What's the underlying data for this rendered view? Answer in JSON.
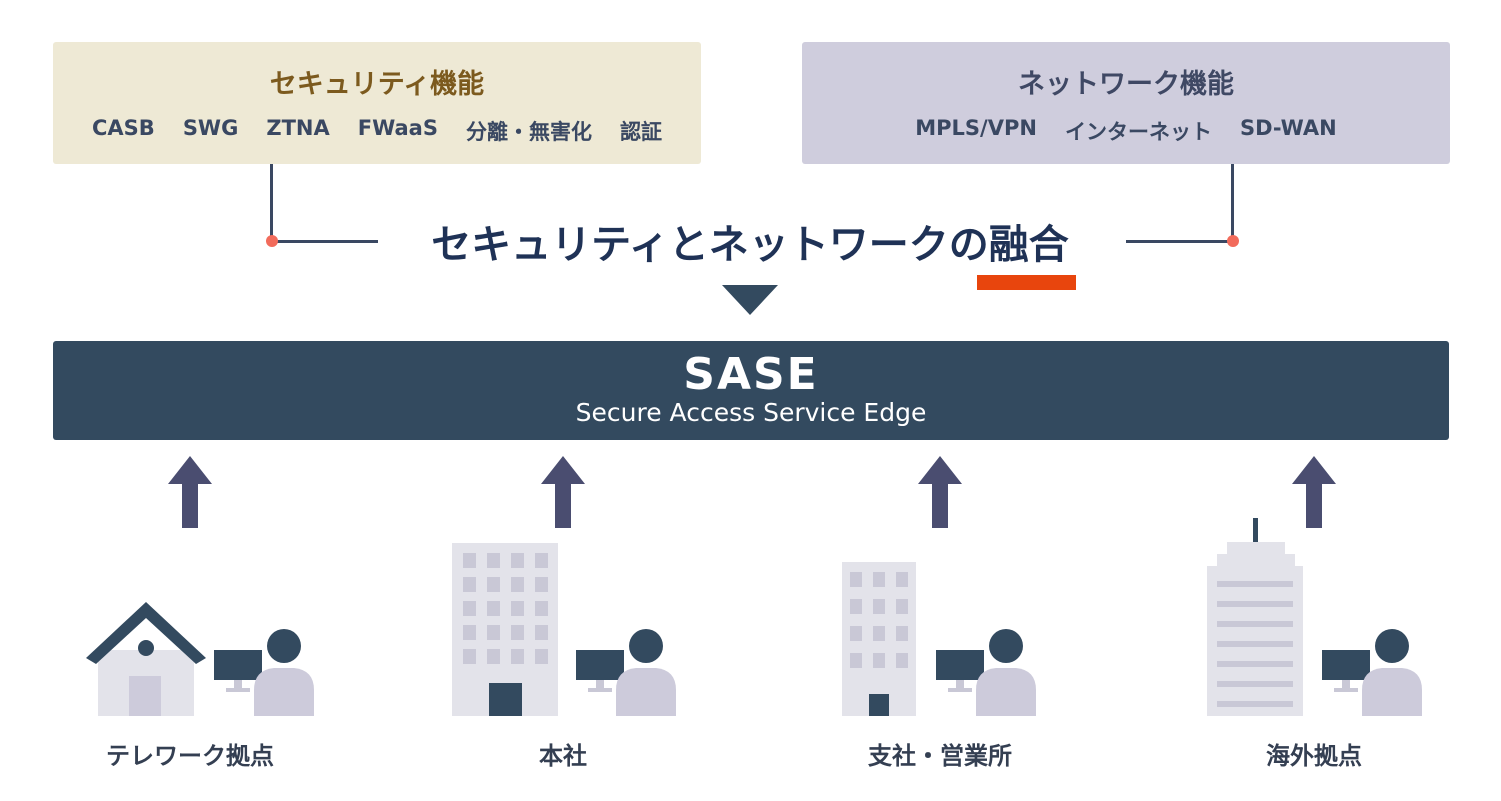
{
  "security": {
    "title": "セキュリティ機能",
    "items": [
      "CASB",
      "SWG",
      "ZTNA",
      "FWaaS",
      "分離・無害化",
      "認証"
    ]
  },
  "network": {
    "title": "ネットワーク機能",
    "items": [
      "MPLS/VPN",
      "インターネット",
      "SD-WAN"
    ]
  },
  "headline": "セキュリティとネットワークの融合",
  "sase": {
    "title": "SASE",
    "subtitle": "Secure Access Service Edge"
  },
  "sites": [
    {
      "label": "テレワーク拠点",
      "icon": "house-icon"
    },
    {
      "label": "本社",
      "icon": "headquarters-building-icon"
    },
    {
      "label": "支社・営業所",
      "icon": "branch-building-icon"
    },
    {
      "label": "海外拠点",
      "icon": "overseas-tower-icon"
    }
  ],
  "colors": {
    "security_bg": "#eee9d5",
    "network_bg": "#cfcddd",
    "sase_bg": "#334a5f",
    "accent": "#e8450d",
    "dot": "#f26b5b",
    "arrow": "#4a4d70"
  }
}
